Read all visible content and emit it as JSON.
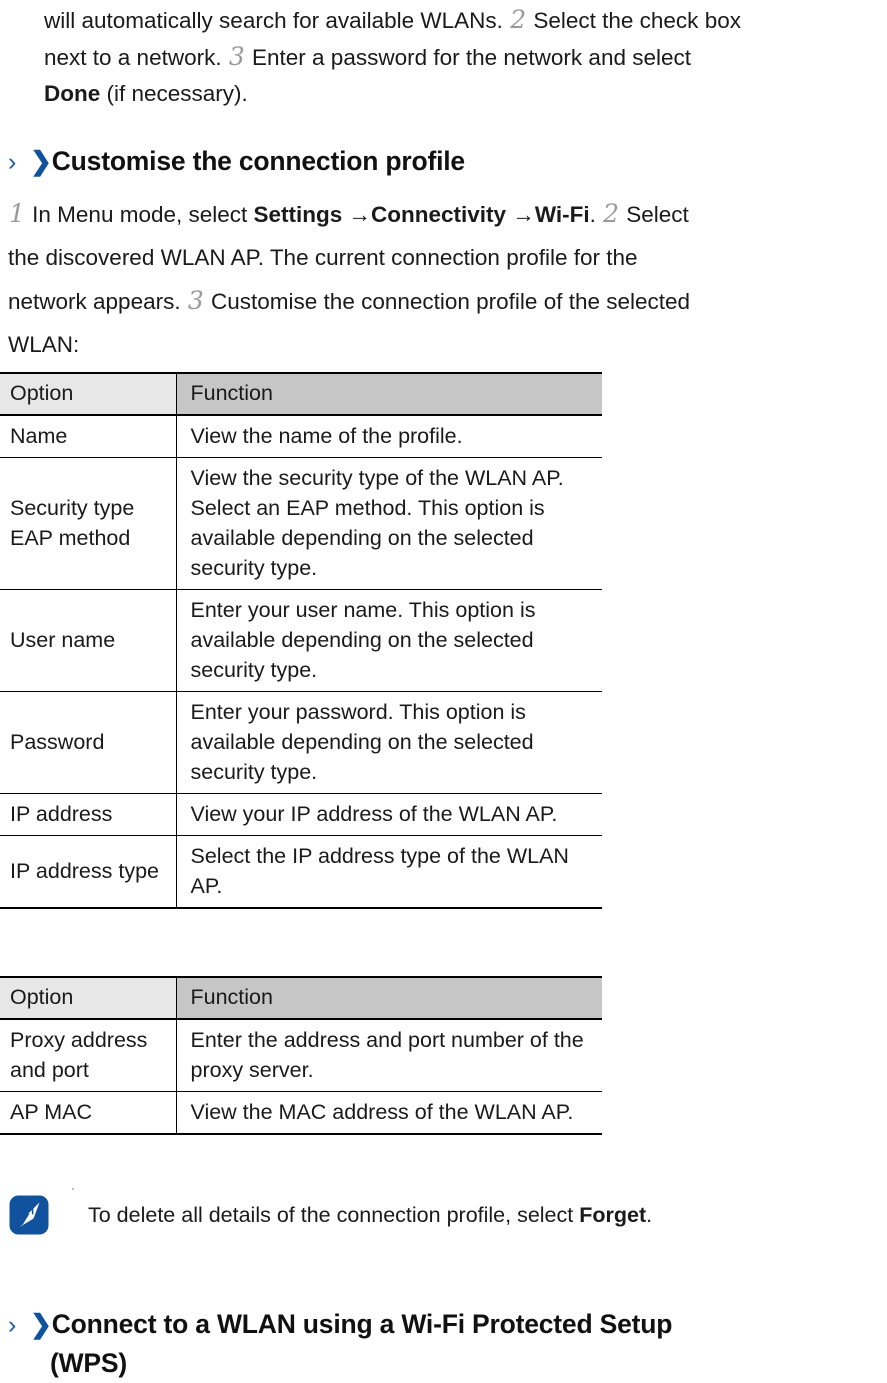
{
  "intro_paragraph": {
    "lines": [
      [
        {
          "t": "text",
          "v": "will automatically search for available WLANs. "
        },
        {
          "t": "step",
          "v": "2"
        },
        {
          "t": "text",
          "v": " Select the check box"
        }
      ],
      [
        {
          "t": "text",
          "v": "next to a network. "
        },
        {
          "t": "step",
          "v": "3"
        },
        {
          "t": "text",
          "v": " Enter a password for the network and select"
        }
      ],
      [
        {
          "t": "bold",
          "v": "Done"
        },
        {
          "t": "text",
          "v": " (if necessary)."
        }
      ]
    ]
  },
  "heading_customise": {
    "chevron_thin": "›",
    "chevron_bold": "❯",
    "title": "Customise the connection profile"
  },
  "body_paragraph": {
    "lines": [
      [
        {
          "t": "step",
          "v": "1"
        },
        {
          "t": "text",
          "v": " In Menu mode, select "
        },
        {
          "t": "bold",
          "v": "Settings →Connectivity →Wi-Fi"
        },
        {
          "t": "text",
          "v": ". "
        },
        {
          "t": "step",
          "v": "2"
        },
        {
          "t": "text",
          "v": " Select"
        }
      ],
      [
        {
          "t": "text",
          "v": "the discovered WLAN AP. The current connection profile for the"
        }
      ],
      [
        {
          "t": "text",
          "v": "network appears. "
        },
        {
          "t": "step",
          "v": "3"
        },
        {
          "t": "text",
          "v": " Customise the connection profile of the selected"
        }
      ],
      [
        {
          "t": "text",
          "v": "WLAN:"
        }
      ]
    ]
  },
  "table_profile_1": {
    "columns": [
      "Option",
      "Function"
    ],
    "rows": [
      {
        "option": "Name",
        "function": "View the name of the profile.",
        "option_valign": "middle"
      },
      {
        "option": "Security type EAP method",
        "function": "View the security type of the WLAN AP. Select an EAP method. This option is available depending on the selected security type.",
        "option_valign": "top"
      },
      {
        "option": "User name",
        "function": "Enter your user name. This option is available depending on the selected security type.",
        "option_valign": "middle"
      },
      {
        "option": "Password",
        "function": "Enter your password. This option is available depending on the selected security type.",
        "option_valign": "middle"
      },
      {
        "option": "IP address",
        "function": "View your IP address of the WLAN AP.",
        "option_valign": "middle"
      },
      {
        "option": "IP address type",
        "function": "Select the IP address type of the WLAN AP.",
        "option_valign": "middle"
      }
    ]
  },
  "table_profile_2": {
    "columns": [
      "Option",
      "Function"
    ],
    "rows": [
      {
        "option": "Proxy address and port",
        "function": "Enter the address and port number of the proxy server.",
        "option_valign": "middle"
      },
      {
        "option": "AP MAC",
        "function": "View the MAC address of the WLAN AP.",
        "option_valign": "middle"
      }
    ]
  },
  "note": {
    "icon": "note-pen-icon",
    "text_before": "To delete all details of the connection profile, select ",
    "text_bold": "Forget",
    "text_after": "."
  },
  "heading_wps": {
    "chevron_thin": "›",
    "chevron_bold": "❯",
    "title_line1": "Connect to a WLAN using a Wi-Fi Protected Setup",
    "title_line2": "(WPS)"
  },
  "colors": {
    "accent_blue": "#10529e",
    "chevron_blue": "#1c5ba4",
    "step_number_gray": "#9a9a9a",
    "header_option_bg": "#e7e7e7",
    "header_function_bg": "#c6c6c6",
    "rule": "#000000",
    "text": "#1a1a1a"
  }
}
